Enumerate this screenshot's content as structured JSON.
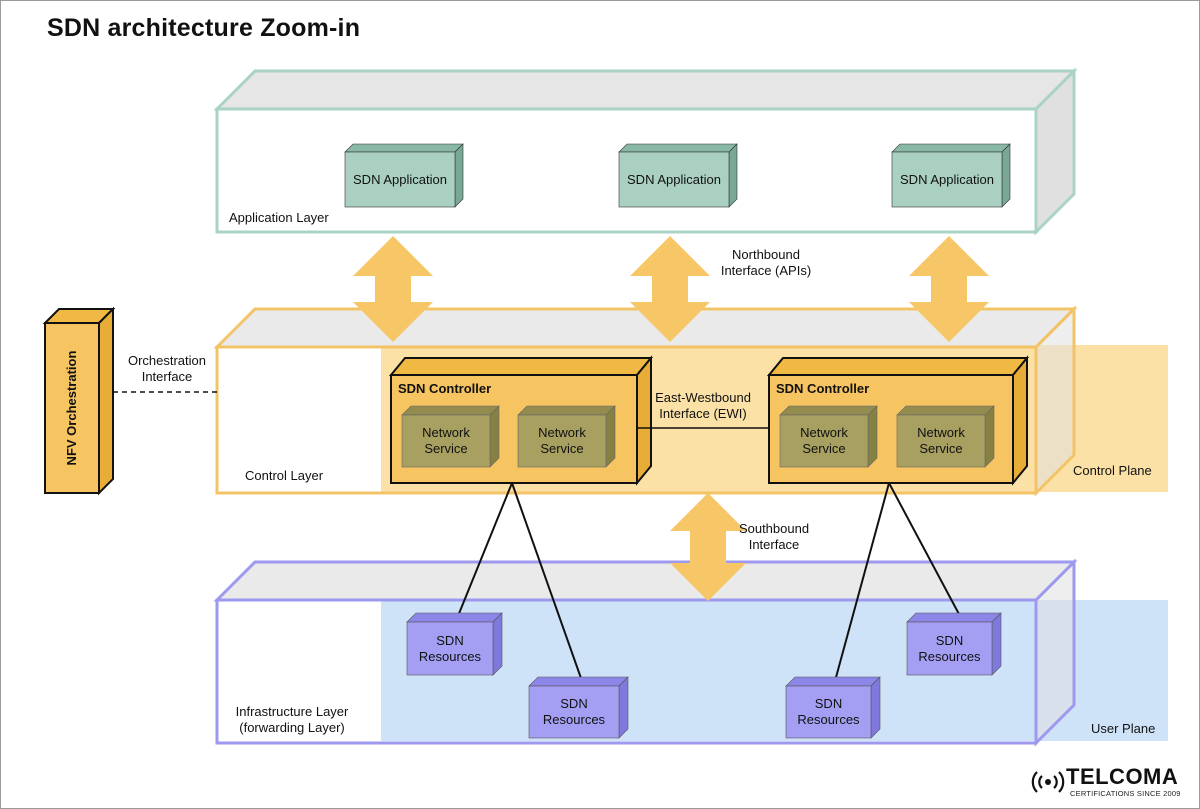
{
  "title": "SDN architecture Zoom-in",
  "colors": {
    "app_stroke": "#a9d3c6",
    "app_box": "#a9d0c1",
    "control_stroke": "#f3c467",
    "control_plane_fill": "#fbe1a6",
    "controller_fill": "#f6c461",
    "network_service_fill": "#a8a060",
    "arrow": "#f7c667",
    "infra_stroke": "#9d99ef",
    "user_plane_fill": "#cfe3f8",
    "resource_fill": "#a59ff3",
    "nfv_fill": "#f6c461"
  },
  "application_layer": {
    "label": "Application Layer",
    "apps": [
      "SDN Application",
      "SDN Application",
      "SDN Application"
    ]
  },
  "northbound": {
    "line1": "Northbound",
    "line2": "Interface (APIs)"
  },
  "control_layer": {
    "label": "Control Layer",
    "plane_label": "Control Plane",
    "controllers": [
      {
        "title": "SDN Controller",
        "services": [
          {
            "line1": "Network",
            "line2": "Service"
          },
          {
            "line1": "Network",
            "line2": "Service"
          }
        ]
      },
      {
        "title": "SDN Controller",
        "services": [
          {
            "line1": "Network",
            "line2": "Service"
          },
          {
            "line1": "Network",
            "line2": "Service"
          }
        ]
      }
    ]
  },
  "east_west": {
    "line1": "East-Westbound",
    "line2": "Interface (EWI)"
  },
  "orchestration": {
    "line1": "Orchestration",
    "line2": "Interface"
  },
  "nfv": {
    "label": "NFV Orchestration"
  },
  "southbound": {
    "line1": "Southbound",
    "line2": "Interface"
  },
  "infrastructure_layer": {
    "line1": "Infrastructure Layer",
    "line2": "(forwarding Layer)",
    "plane_label": "User Plane",
    "resources": [
      {
        "line1": "SDN",
        "line2": "Resources"
      },
      {
        "line1": "SDN",
        "line2": "Resources"
      },
      {
        "line1": "SDN",
        "line2": "Resources"
      },
      {
        "line1": "SDN",
        "line2": "Resources"
      }
    ]
  },
  "logo": {
    "name": "TELCOMA",
    "tagline": "CERTIFICATIONS SINCE 2009"
  }
}
